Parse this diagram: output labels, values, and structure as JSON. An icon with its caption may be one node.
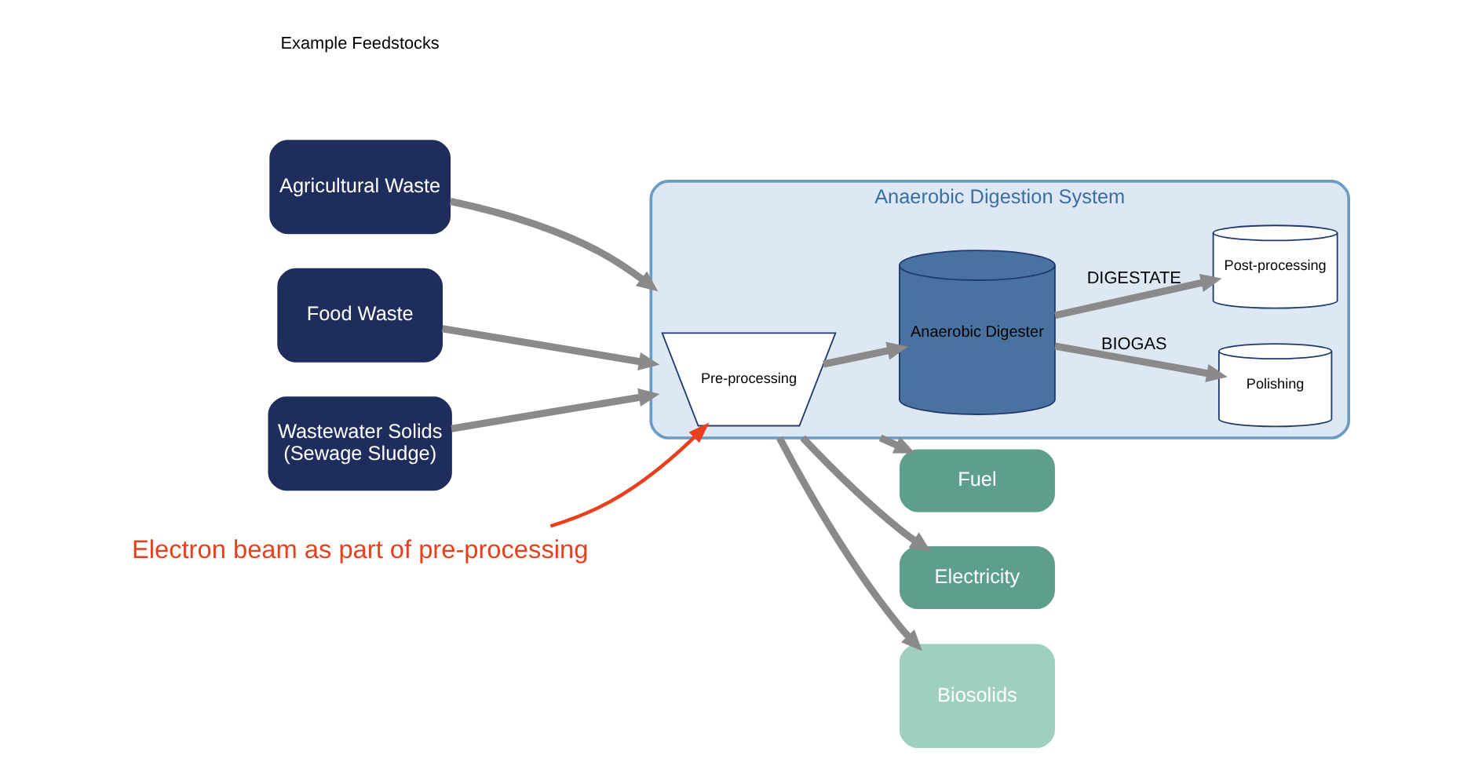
{
  "diagram": {
    "nodes": [
      {
        "text": [
          "Anaerobic Digestion System"
        ]
      },
      {
        "text": [
          "Agricultural Waste"
        ]
      },
      {
        "text": [
          "Food Waste"
        ]
      },
      {
        "text": [
          "Wastewater Solids",
          "(Sewage Sludge)"
        ]
      },
      {
        "text": [
          "Pre-processing"
        ],
        "in": 0
      },
      {
        "text": [
          "Anaerobic Digester"
        ],
        "in": 0
      },
      {
        "text": [
          "Polishing"
        ],
        "in": 0
      },
      {
        "text": [
          "Post-processing"
        ],
        "in": 0
      },
      {
        "text": [
          "Fuel"
        ]
      },
      {
        "text": [
          "Electricity"
        ]
      },
      {
        "text": [
          "Biosolids"
        ]
      },
      {
        "text": [
          "Electron beam as part of pre-processing"
        ]
      }
    ],
    "edges": [
      {
        "from": 1,
        "to": 0,
        "arrow": "to"
      },
      {
        "from": 2,
        "to": 0,
        "arrow": "to"
      },
      {
        "from": 3,
        "to": 0,
        "arrow": "to"
      },
      {
        "from": 4,
        "to": 5,
        "arrow": "to"
      },
      {
        "from": 5,
        "to": 6,
        "arrow": "to",
        "label": "BIOGAS"
      },
      {
        "from": 5,
        "to": 7,
        "arrow": "to",
        "label": "DIGESTATE"
      },
      {
        "from": 0,
        "to": 8,
        "arrow": "to"
      },
      {
        "from": 0,
        "to": 9,
        "arrow": "to"
      },
      {
        "from": 0,
        "to": 10,
        "arrow": "to"
      },
      {
        "from": 11,
        "to": 4,
        "arrow": "to",
        "color": "#e8401c"
      }
    ],
    "labels": [
      "Example Feedstocks"
    ]
  }
}
